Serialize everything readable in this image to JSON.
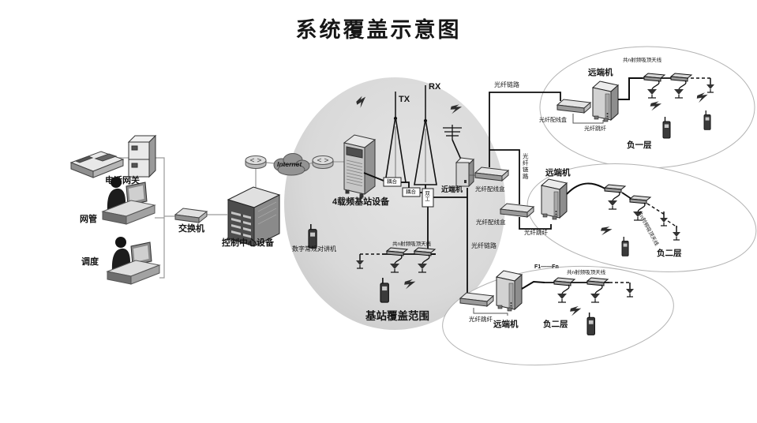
{
  "title": "系统覆盖示意图",
  "left": {
    "phone_gateway": "电话网关",
    "network_admin": "网管",
    "dispatcher": "调度",
    "switch": "交换机",
    "control_center": "控制中心设备",
    "internet": "Internet"
  },
  "base_station": {
    "equipment": "4载频基站设备",
    "tx": "TX",
    "rx": "RX",
    "coupler": "耦合",
    "duplexer": "双工",
    "handset": "数字常规对讲机",
    "ceiling_antennas": "共n射频吸顶天线",
    "coverage": "基站覆盖范围"
  },
  "near_end": {
    "unit": "近端机",
    "fiber_patch_box": "光纤配线盒",
    "fiber_link": "光纤链路",
    "fiber_jumper": "光纤跳纤"
  },
  "floor_b1": {
    "remote_unit": "远端机",
    "fiber_patch_box": "光纤配线盒",
    "fiber_jumper": "光纤跳纤",
    "ceiling_antennas": "共n射频吸顶天线",
    "name": "负一层"
  },
  "floor_b2_upper": {
    "remote_unit": "远端机",
    "ceiling_antennas": "共n射频吸顶天线",
    "name": "负二层"
  },
  "floor_b2_lower": {
    "remote_unit": "远端机",
    "fiber_jumper": "光纤跳纤",
    "freq_channels": "F1——Fn",
    "ceiling_antennas": "共n射频吸顶天线",
    "name": "负二层"
  }
}
